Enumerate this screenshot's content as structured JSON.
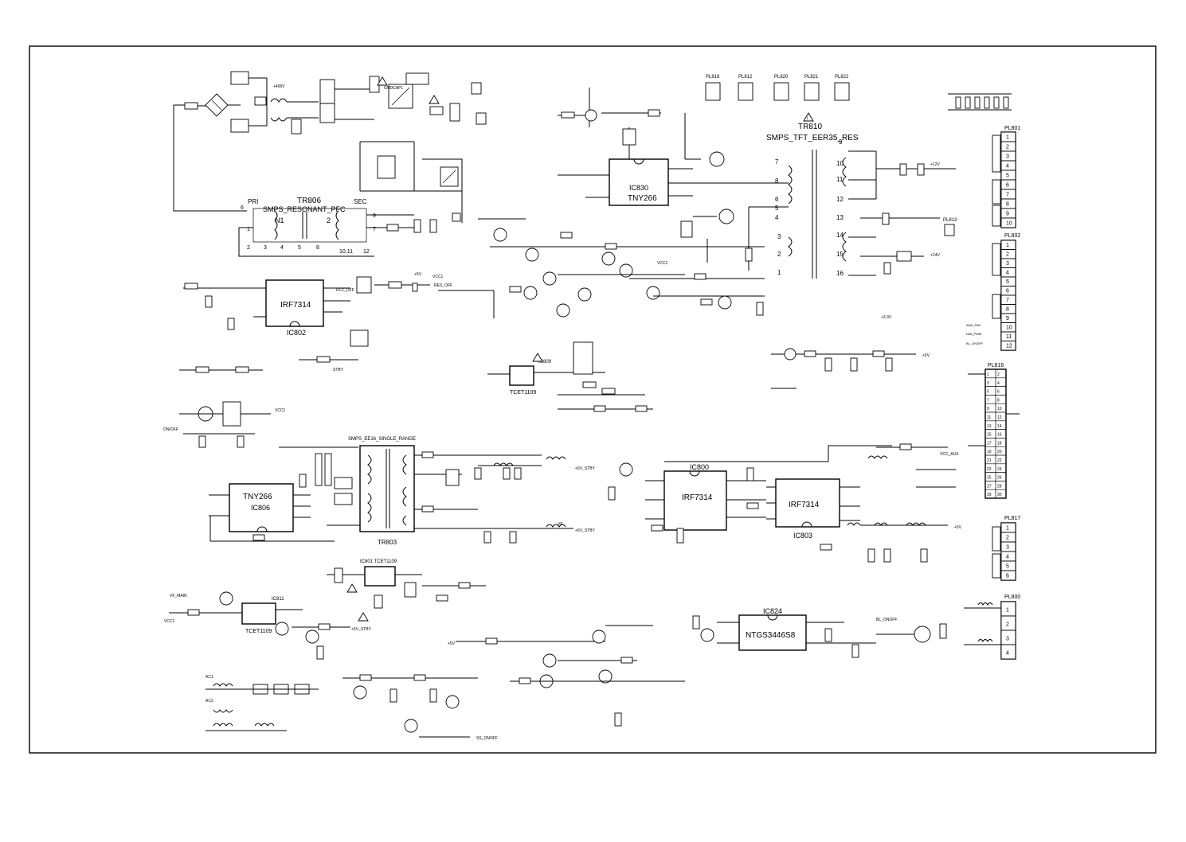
{
  "ics": {
    "ic802": {
      "ref": "IC802",
      "part": "IRF7314"
    },
    "ic806": {
      "ref": "IC806",
      "part": "TNY266"
    },
    "ic830": {
      "ref": "IC830",
      "part": "TNY266"
    },
    "ic800": {
      "ref": "IC800",
      "part": "IRF7314"
    },
    "ic803": {
      "ref": "IC803",
      "part": "IRF7314"
    },
    "ic824": {
      "ref": "IC824",
      "part": "NTGS3446S8"
    },
    "ic809": {
      "ref": "IC809",
      "part": "TCET1109"
    },
    "ic801": {
      "label": "IC801 TCET1109"
    },
    "ic811": {
      "ref": "IC811",
      "part": "TCET1109"
    }
  },
  "transformers": {
    "tr806": {
      "ref": "TR806",
      "name": "SMPS_RESONANT_PFC",
      "pri": "PRI",
      "sec": "SEC",
      "n1": "N1",
      "n2": "2",
      "pins": [
        "6",
        "1",
        "2",
        "3",
        "4",
        "5",
        "8",
        "9",
        "7",
        "10,11",
        "12"
      ]
    },
    "tr810": {
      "ref": "TR810",
      "name": "SMPS_TFT_EER35_RES",
      "pins": [
        "7",
        "8",
        "6",
        "5",
        "4",
        "3",
        "2",
        "1",
        "9",
        "10",
        "11",
        "12",
        "13",
        "14",
        "15",
        "16"
      ]
    },
    "tr803": {
      "ref": "TR803",
      "name": "SMPS_EE16_SINGLE_RANGE"
    }
  },
  "connectors": {
    "top": [
      "PL818",
      "PL812",
      "PL820",
      "PL821",
      "PL822"
    ],
    "pl801": {
      "ref": "PL801",
      "pins": [
        "1",
        "2",
        "3",
        "4",
        "5",
        "6",
        "7",
        "8",
        "9",
        "10"
      ]
    },
    "pl802": {
      "ref": "PL802",
      "pins": [
        "1",
        "2",
        "3",
        "4",
        "5",
        "6",
        "7",
        "8",
        "9",
        "10",
        "11",
        "12"
      ]
    },
    "pl816": {
      "ref": "PL816",
      "pins_left": [
        "1",
        "3",
        "5",
        "7",
        "9",
        "11",
        "13",
        "15",
        "17",
        "19",
        "21",
        "23",
        "25",
        "27",
        "29"
      ],
      "pins_right": [
        "2",
        "4",
        "6",
        "8",
        "10",
        "12",
        "14",
        "16",
        "18",
        "20",
        "22",
        "24",
        "26",
        "28",
        "30"
      ]
    },
    "pl817": {
      "ref": "PL817",
      "pins": [
        "1",
        "2",
        "3",
        "4",
        "5",
        "6"
      ]
    },
    "pl800": {
      "ref": "PL800",
      "pins": [
        "1",
        "2",
        "3",
        "4"
      ]
    },
    "pl813": "PL813"
  },
  "nets": {
    "vcc1": "VCC1",
    "n24v": "+24V",
    "n12v": "+12V",
    "n5v": "+5V",
    "n33v": "+3.3V",
    "stby": "+5V_STBY",
    "stby_lbl": "STBY",
    "pfc_off": "PFC_OFF",
    "res_off": "RES_OFF",
    "onoff": "ON/OFF",
    "ac1": "AC1",
    "ac2": "AC2",
    "n400v": "+400V",
    "vf_main": "VF_MAIN",
    "dim_pwm": "DIM_PWM",
    "ana_dim": "ANA_DIM",
    "bl_onoff": "BL_ONOFF",
    "ss_onoff": "SS_ONOFF",
    "gndcap": "GNDCAP1",
    "vf": "VF",
    "vaux": "VCC_AUX"
  }
}
